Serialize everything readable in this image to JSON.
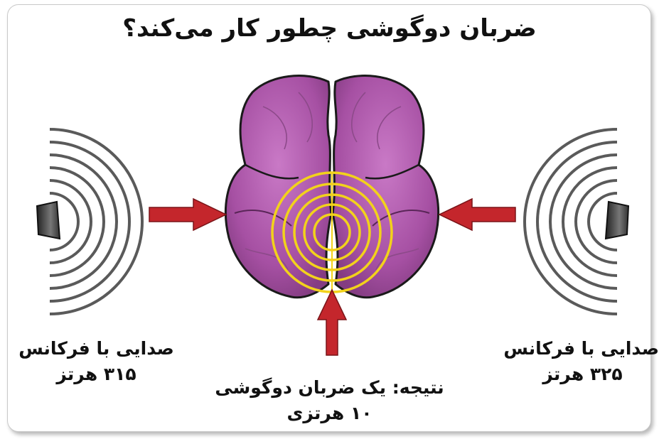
{
  "title": "ضربان دوگوشی چطور کار می‌کند؟",
  "left_ear": {
    "line1": "صدایی با فرکانس",
    "line2": "۳۱۵ هرتز"
  },
  "right_ear": {
    "line1": "صدایی با فرکانس",
    "line2": "۳۲۵ هرتز"
  },
  "result": {
    "line1": "نتیجه: یک ضربان دوگوشی",
    "line2": "۱۰ هرتزی"
  },
  "colors": {
    "brain": "#b35fb0",
    "brain_dark": "#8a3f88",
    "arrow": "#c4262c",
    "ripple": "#f2d21b",
    "sound_wave": "#5a5a5a"
  },
  "icons": [
    "speaker-icon",
    "sound-wave-icon",
    "brain-icon",
    "arrow-icon",
    "ripple-icon"
  ]
}
